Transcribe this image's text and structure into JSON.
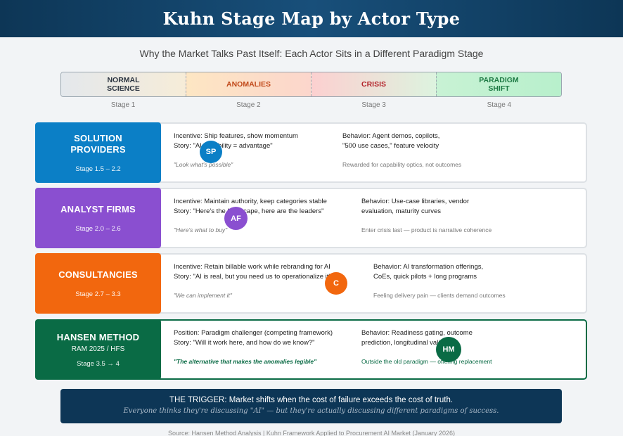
{
  "header": {
    "title": "Kuhn Stage Map by Actor Type"
  },
  "subtitle": "Why the Market Talks Past Itself: Each Actor Sits in a Different Paradigm Stage",
  "stages": [
    {
      "line1": "NORMAL",
      "line2": "SCIENCE",
      "label": "Stage 1"
    },
    {
      "line1": "ANOMALIES",
      "line2": "",
      "label": "Stage 2"
    },
    {
      "line1": "CRISIS",
      "line2": "",
      "label": "Stage 3"
    },
    {
      "line1": "PARADIGM",
      "line2": "SHIFT",
      "label": "Stage 4"
    }
  ],
  "actors": [
    {
      "line1": "SOLUTION",
      "line2": "PROVIDERS",
      "extra": "",
      "range": "Stage 1.5 – 2.2",
      "left1": "Incentive: Ship features, show momentum",
      "left2": "Story: \"AI capability = advantage\"",
      "quote": "\"Look what's possible\"",
      "right1": "Behavior: Agent demos, copilots,",
      "right2": "\"500 use cases,\" feature velocity",
      "note": "Rewarded for capability optics, not outcomes",
      "badge": "SP",
      "color": "#0b7fc6"
    },
    {
      "line1": "ANALYST FIRMS",
      "line2": "",
      "extra": "",
      "range": "Stage 2.0 – 2.6",
      "left1": "Incentive: Maintain authority, keep categories stable",
      "left2": "Story: \"Here's the landscape, here are the leaders\"",
      "quote": "\"Here's what to buy\"",
      "right1": "Behavior: Use-case libraries, vendor",
      "right2": "evaluation, maturity curves",
      "note": "Enter crisis last — product is narrative coherence",
      "badge": "AF",
      "color": "#8a4fd0"
    },
    {
      "line1": "CONSULTANCIES",
      "line2": "",
      "extra": "",
      "range": "Stage 2.7 – 3.3",
      "left1": "Incentive: Retain billable work while rebranding for AI",
      "left2": "Story: \"AI is real, but you need us to operationalize it\"",
      "quote": "\"We can implement it\"",
      "right1": "Behavior: AI transformation offerings,",
      "right2": "CoEs, quick pilots + long programs",
      "note": "Feeling delivery pain — clients demand outcomes",
      "badge": "C",
      "color": "#f2670e"
    },
    {
      "line1": "HANSEN METHOD",
      "line2": "",
      "extra": "RAM 2025 / HFS",
      "range": "Stage 3.5 → 4",
      "left1": "Position: Paradigm challenger (competing framework)",
      "left2": "Story: \"Will it work here, and how do we know?\"",
      "quote": "\"The alternative that makes the anomalies legible\"",
      "right1": "Behavior: Readiness gating, outcome",
      "right2": "prediction, longitudinal validation",
      "note": "Outside the old paradigm — offering replacement",
      "badge": "HM",
      "color": "#0a6b45"
    }
  ],
  "trigger": {
    "line1": "THE TRIGGER: Market shifts when the cost of failure exceeds the cost of truth.",
    "line2": "Everyone thinks they're discussing \"AI\" — but they're actually discussing different paradigms of success."
  },
  "source": "Source: Hansen Method Analysis | Kuhn Framework Applied to Procurement AI Market (January 2026)"
}
